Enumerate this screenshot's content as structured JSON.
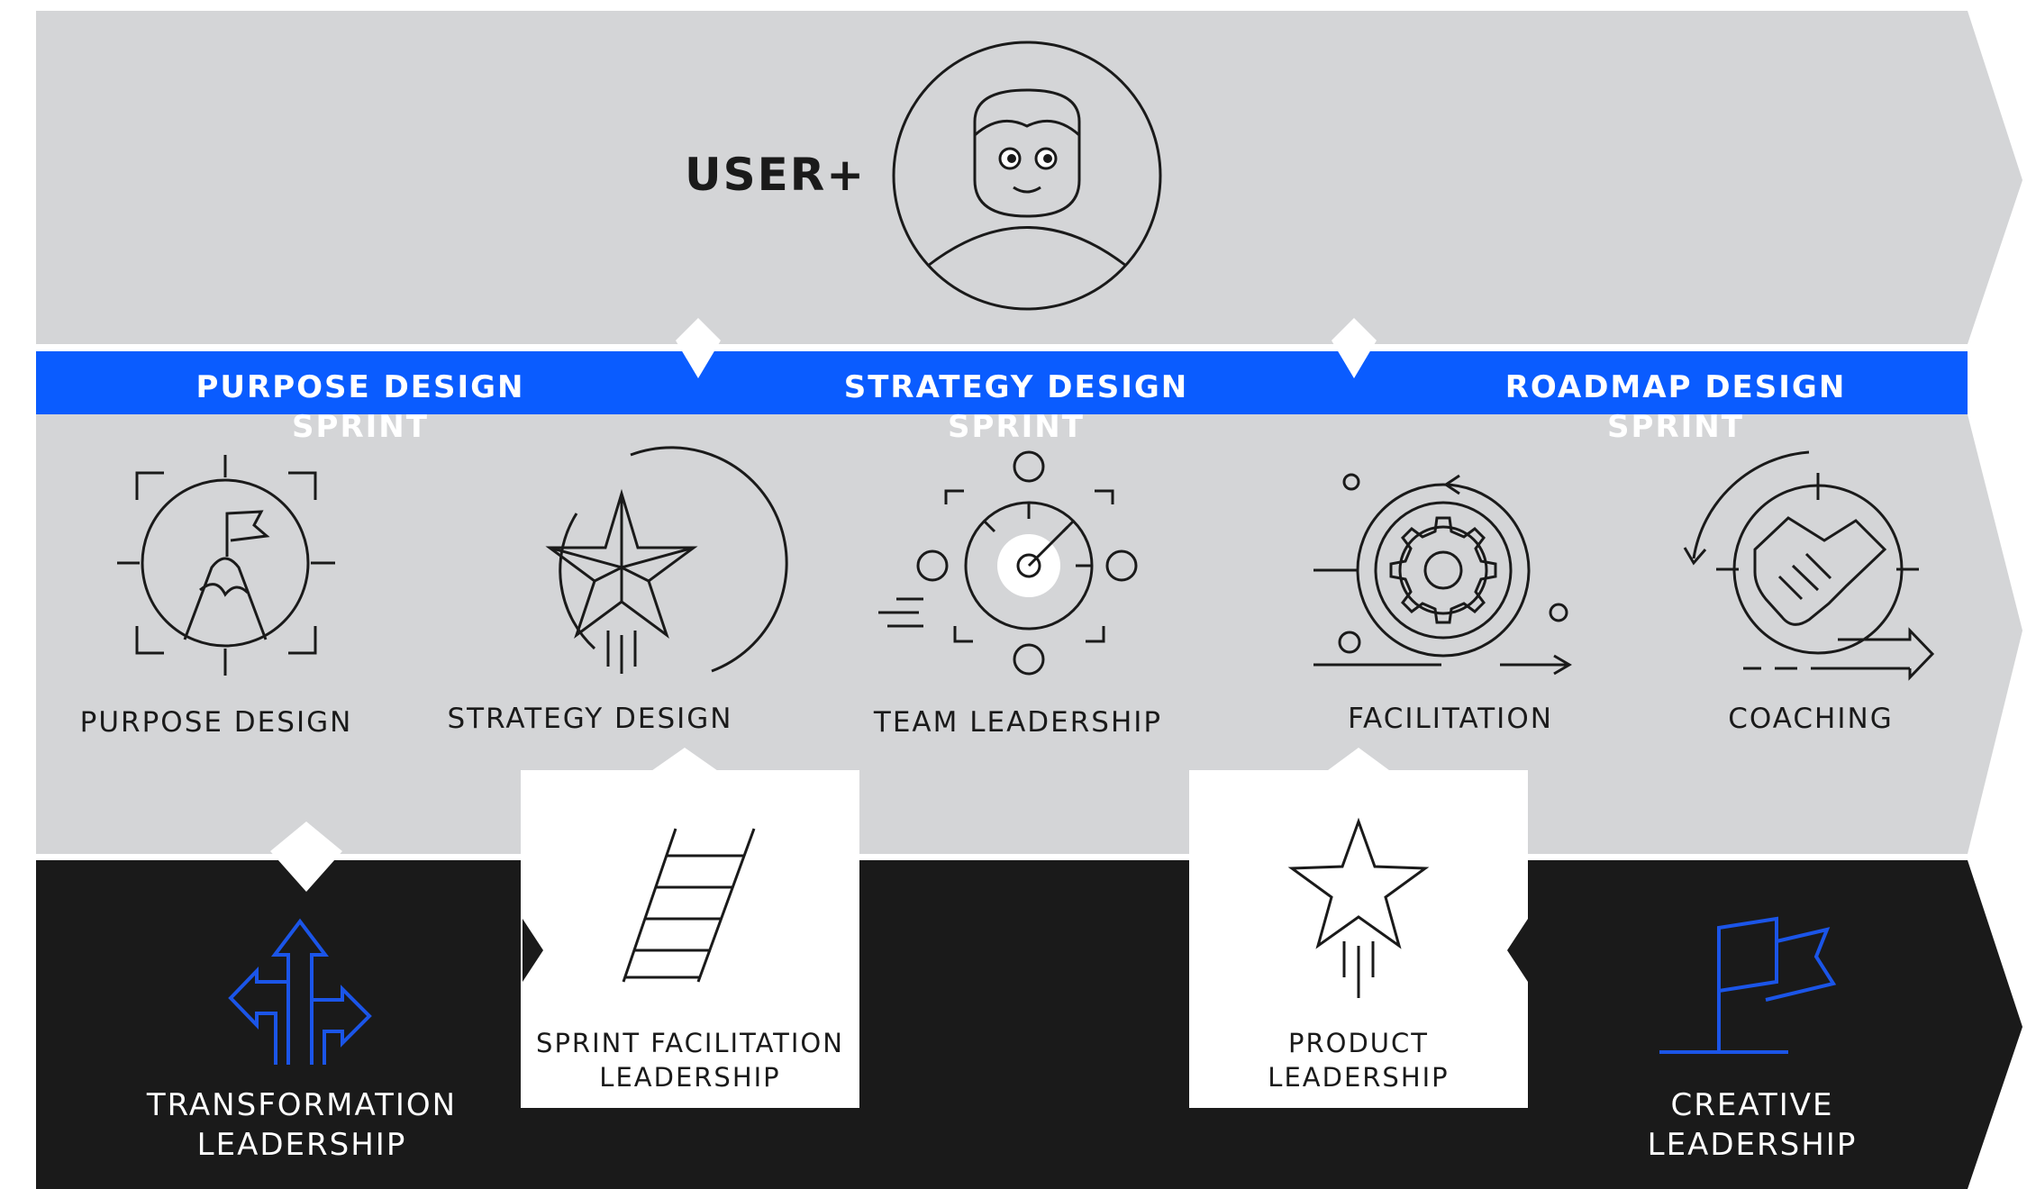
{
  "user_label": "USER+",
  "sprints": [
    {
      "label": "PURPOSE DESIGN SPRINT"
    },
    {
      "label": "STRATEGY DESIGN SPRINT"
    },
    {
      "label": "ROADMAP DESIGN SPRINT"
    }
  ],
  "skills": [
    {
      "label": "PURPOSE DESIGN",
      "icon": "mountain-flag-icon"
    },
    {
      "label": "STRATEGY DESIGN",
      "icon": "star-icon"
    },
    {
      "label": "TEAM LEADERSHIP",
      "icon": "team-target-icon"
    },
    {
      "label": "FACILITATION",
      "icon": "gear-cycle-icon"
    },
    {
      "label": "COACHING",
      "icon": "handshake-icon"
    }
  ],
  "leadership": [
    {
      "line1": "TRANSFORMATION",
      "line2": "LEADERSHIP",
      "icon": "direction-arrows-icon"
    },
    {
      "line1": "SPRINT FACILITATION",
      "line2": "LEADERSHIP",
      "icon": "ladder-icon"
    },
    {
      "line1": "PRODUCT",
      "line2": "LEADERSHIP",
      "icon": "rising-star-icon"
    },
    {
      "line1": "CREATIVE",
      "line2": "LEADERSHIP",
      "icon": "flag-icon"
    }
  ],
  "colors": {
    "band_gray": "#d4d5d7",
    "sprint_blue": "#0a5cff",
    "dark": "#1a1a1a",
    "icon_blue": "#1b55e8"
  }
}
